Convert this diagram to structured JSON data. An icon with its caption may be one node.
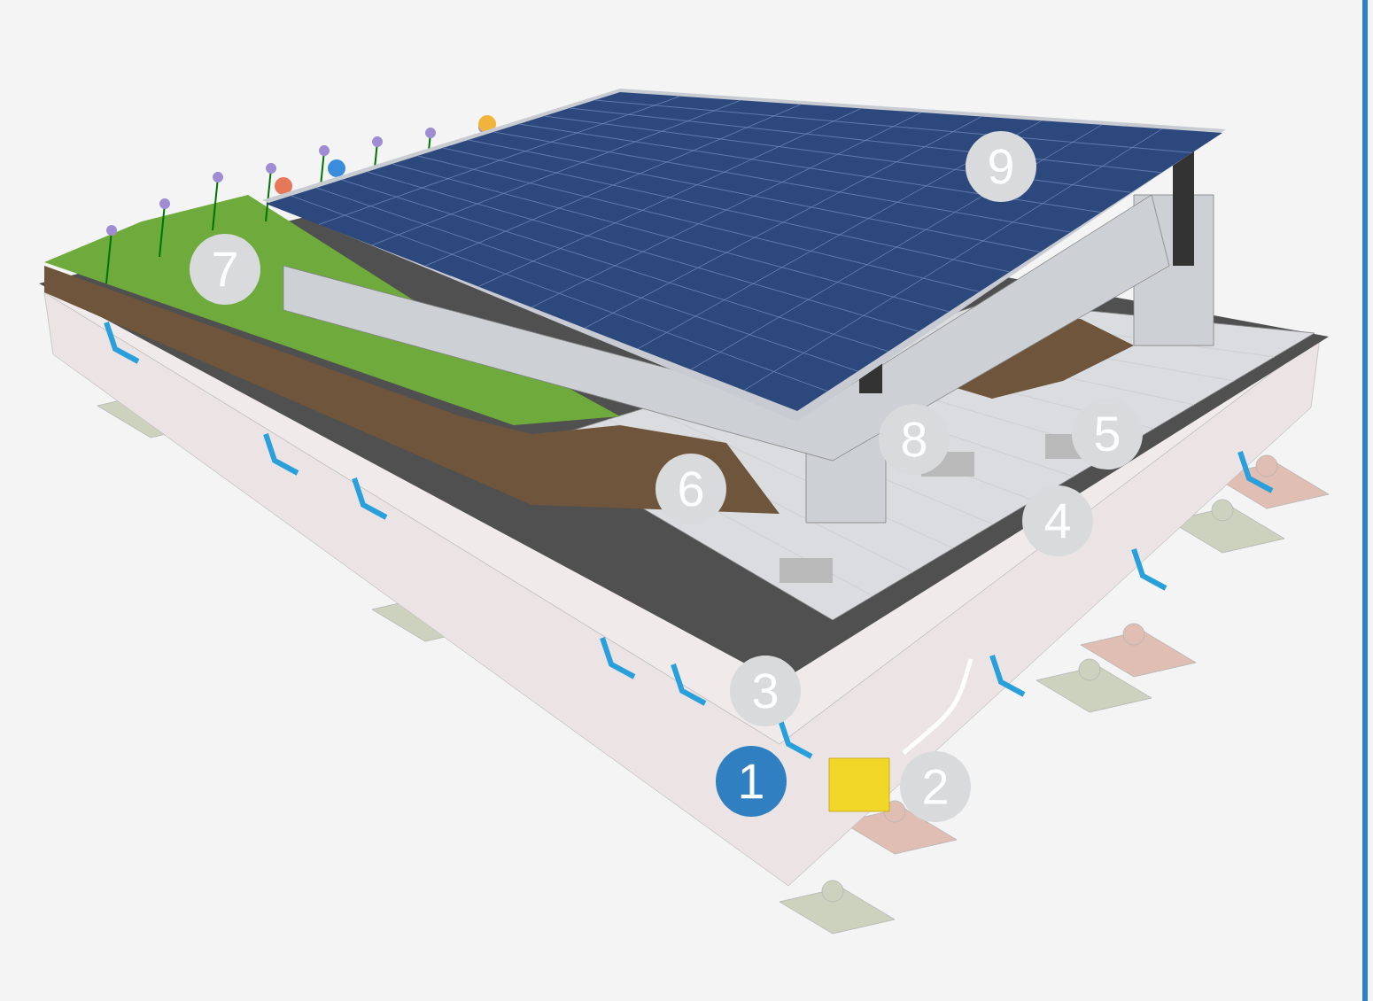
{
  "diagram": {
    "labels": [
      "9",
      "7",
      "5",
      "8",
      "6",
      "4",
      "3",
      "1",
      "2"
    ]
  }
}
